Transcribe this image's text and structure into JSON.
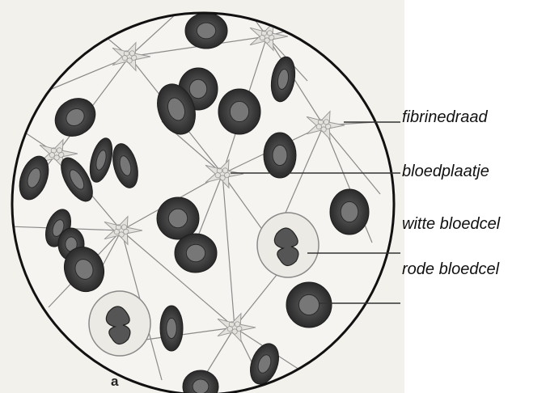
{
  "labels": {
    "fibrin": "fibrinedraad",
    "platelet": "bloedplaatje",
    "wbc": "witte bloedcel",
    "rbc": "rode bloedcel"
  },
  "panel_letter": "a",
  "colors": {
    "background": "#f3f1ec",
    "rbc_outer": "#3a3a3a",
    "rbc_inner": "#6e6e6e",
    "fibrin": "#8a8a8a",
    "platelet": "#b5b5b5",
    "circle": "#111111"
  }
}
